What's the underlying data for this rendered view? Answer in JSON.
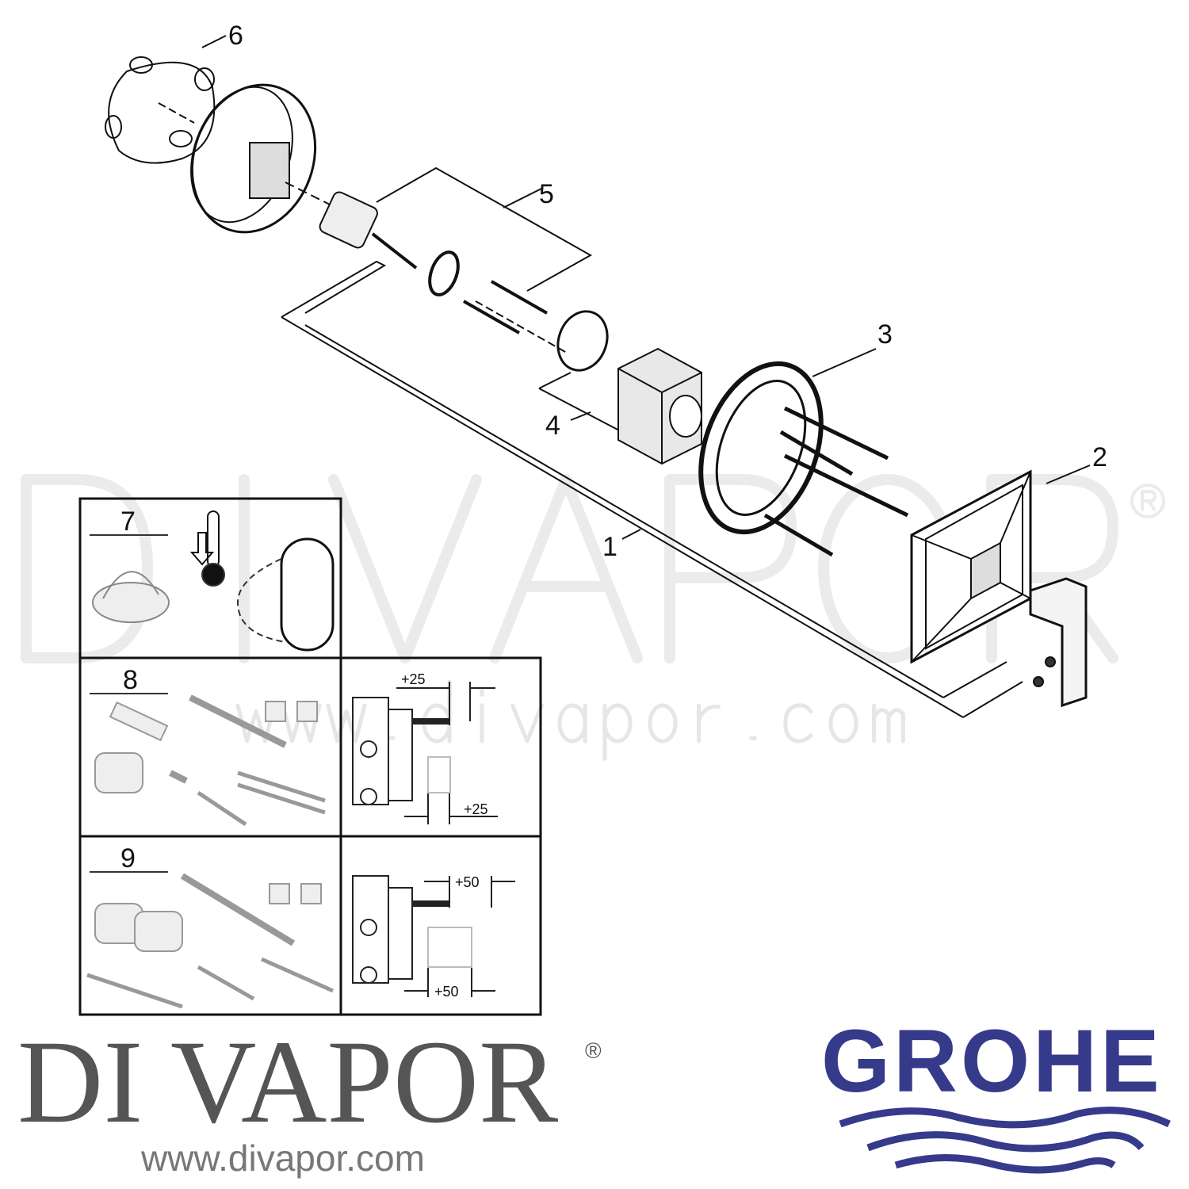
{
  "watermark": {
    "text": "DIVAPOR",
    "registered": "®",
    "url": "www.divapor.com"
  },
  "callouts": [
    "1",
    "2",
    "3",
    "4",
    "5",
    "6"
  ],
  "panels": [
    {
      "number": "7"
    },
    {
      "number": "8",
      "dimensions": [
        "+25",
        "+25"
      ]
    },
    {
      "number": "9",
      "dimensions": [
        "+50",
        "+50"
      ]
    }
  ],
  "footer": {
    "brand": "DI VAPOR",
    "registered": "®",
    "url": "www.divapor.com"
  },
  "logo": {
    "text": "GROHE",
    "color": "#363a8a"
  }
}
